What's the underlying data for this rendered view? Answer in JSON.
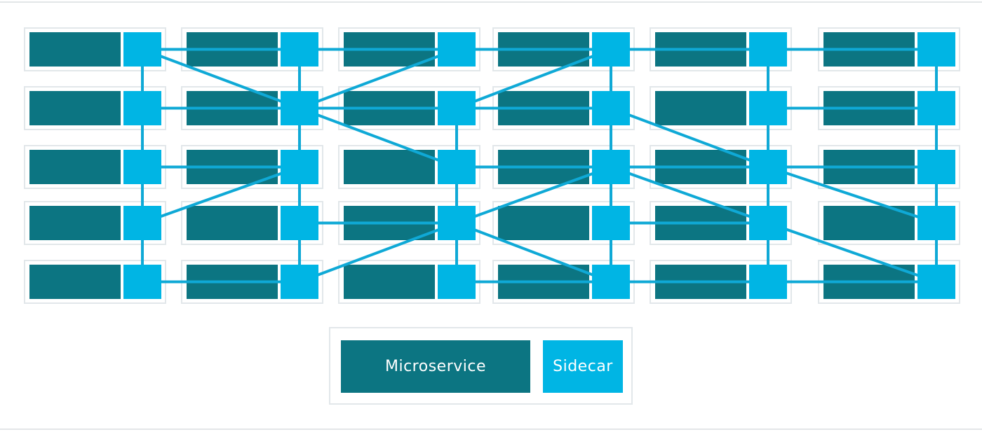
{
  "colors": {
    "microservice": "#0c7582",
    "sidecar": "#00b5e4",
    "link": "#0fa9d6",
    "pod_border": "#e2e7ea"
  },
  "legend": {
    "microservice_label": "Microservice",
    "sidecar_label": "Sidecar"
  },
  "mesh": {
    "rows": 5,
    "columns": 6,
    "links": [
      [
        [
          0,
          0
        ],
        [
          0,
          1
        ]
      ],
      [
        [
          0,
          1
        ],
        [
          0,
          2
        ]
      ],
      [
        [
          0,
          2
        ],
        [
          0,
          3
        ]
      ],
      [
        [
          0,
          3
        ],
        [
          0,
          4
        ]
      ],
      [
        [
          0,
          4
        ],
        [
          0,
          5
        ]
      ],
      [
        [
          1,
          0
        ],
        [
          1,
          1
        ]
      ],
      [
        [
          1,
          1
        ],
        [
          1,
          2
        ]
      ],
      [
        [
          1,
          2
        ],
        [
          1,
          3
        ]
      ],
      [
        [
          1,
          4
        ],
        [
          1,
          5
        ]
      ],
      [
        [
          2,
          0
        ],
        [
          2,
          1
        ]
      ],
      [
        [
          2,
          2
        ],
        [
          2,
          3
        ]
      ],
      [
        [
          2,
          3
        ],
        [
          2,
          4
        ]
      ],
      [
        [
          2,
          4
        ],
        [
          2,
          5
        ]
      ],
      [
        [
          3,
          2
        ],
        [
          3,
          1
        ]
      ],
      [
        [
          3,
          3
        ],
        [
          3,
          4
        ]
      ],
      [
        [
          4,
          0
        ],
        [
          4,
          1
        ]
      ],
      [
        [
          4,
          2
        ],
        [
          4,
          3
        ]
      ],
      [
        [
          4,
          3
        ],
        [
          4,
          4
        ]
      ],
      [
        [
          4,
          4
        ],
        [
          4,
          5
        ]
      ],
      [
        [
          0,
          0
        ],
        [
          4,
          0
        ]
      ],
      [
        [
          0,
          1
        ],
        [
          4,
          1
        ]
      ],
      [
        [
          1,
          2
        ],
        [
          4,
          2
        ]
      ],
      [
        [
          0,
          3
        ],
        [
          4,
          3
        ]
      ],
      [
        [
          0,
          4
        ],
        [
          4,
          4
        ]
      ],
      [
        [
          0,
          5
        ],
        [
          4,
          5
        ]
      ],
      [
        [
          0,
          0
        ],
        [
          1,
          1
        ]
      ],
      [
        [
          1,
          1
        ],
        [
          0,
          2
        ]
      ],
      [
        [
          1,
          1
        ],
        [
          2,
          2
        ]
      ],
      [
        [
          1,
          2
        ],
        [
          0,
          3
        ]
      ],
      [
        [
          2,
          1
        ],
        [
          3,
          0
        ]
      ],
      [
        [
          2,
          3
        ],
        [
          3,
          2
        ]
      ],
      [
        [
          3,
          2
        ],
        [
          4,
          1
        ]
      ],
      [
        [
          3,
          2
        ],
        [
          4,
          3
        ]
      ],
      [
        [
          1,
          3
        ],
        [
          2,
          4
        ]
      ],
      [
        [
          2,
          3
        ],
        [
          3,
          4
        ]
      ],
      [
        [
          2,
          4
        ],
        [
          3,
          5
        ]
      ],
      [
        [
          3,
          4
        ],
        [
          4,
          5
        ]
      ]
    ]
  }
}
